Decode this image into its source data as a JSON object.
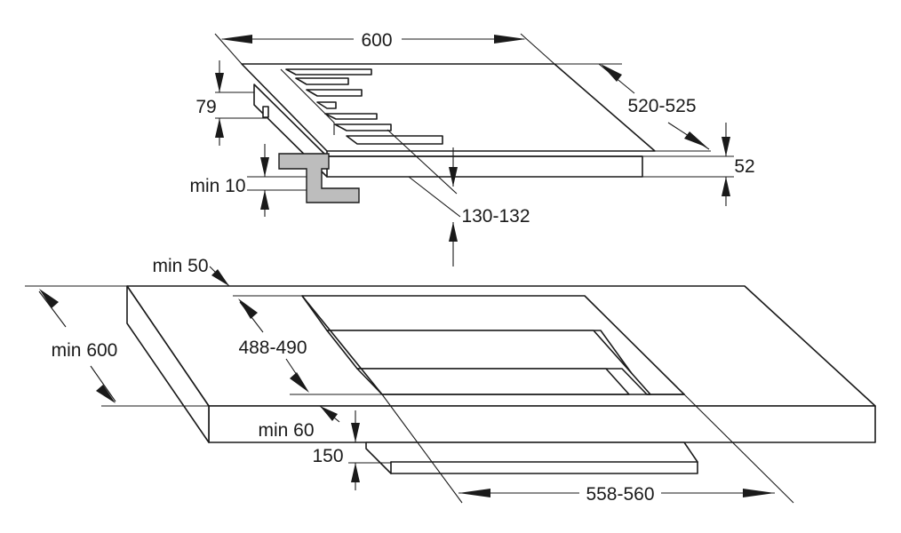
{
  "dimensions": {
    "hob_width": "600",
    "hob_depth": "520-525",
    "hob_height": "79",
    "glass_thickness": "52",
    "clearance_min": "min 10",
    "hob_offset": "130-132",
    "edge_min": "min 50",
    "worktop_depth_min": "min 600",
    "cutout_depth": "488-490",
    "back_min": "min 60",
    "drawer_gap": "150",
    "cutout_width": "558-560"
  }
}
